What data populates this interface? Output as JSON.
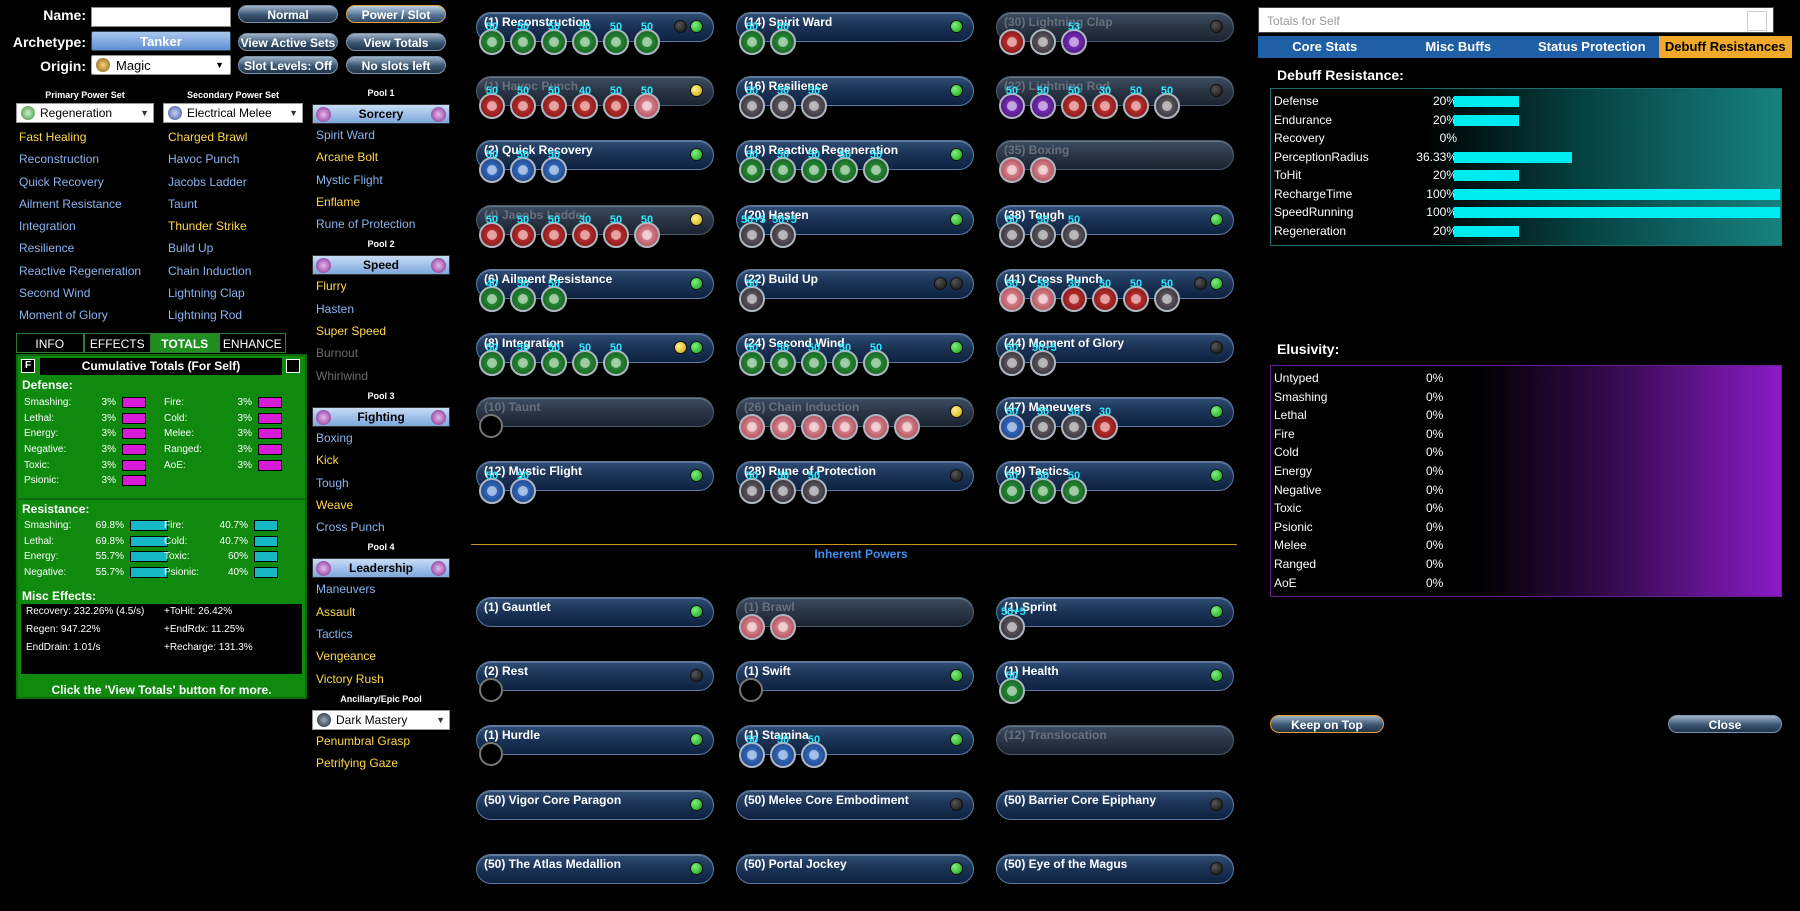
{
  "header": {
    "name_label": "Name:",
    "name_value": "",
    "archetype_label": "Archetype:",
    "archetype_value": "Tanker",
    "origin_label": "Origin:",
    "origin_value": "Magic",
    "btn_normal": "Normal",
    "btn_power_slot": "Power / Slot",
    "btn_view_active_sets": "View Active Sets",
    "btn_view_totals": "View Totals",
    "btn_slot_levels": "Slot Levels: Off",
    "btn_no_slots": "No slots left"
  },
  "primary": {
    "heading": "Primary Power Set",
    "selected": "Regeneration",
    "items": [
      {
        "label": "Fast Healing",
        "color": "yellow"
      },
      {
        "label": "Reconstruction",
        "color": "blue"
      },
      {
        "label": "Quick Recovery",
        "color": "blue"
      },
      {
        "label": "Ailment Resistance",
        "color": "blue"
      },
      {
        "label": "Integration",
        "color": "blue"
      },
      {
        "label": "Resilience",
        "color": "blue"
      },
      {
        "label": "Reactive Regeneration",
        "color": "blue"
      },
      {
        "label": "Second Wind",
        "color": "blue"
      },
      {
        "label": "Moment of Glory",
        "color": "blue"
      }
    ]
  },
  "secondary": {
    "heading": "Secondary Power Set",
    "selected": "Electrical Melee",
    "items": [
      {
        "label": "Charged Brawl",
        "color": "yellow"
      },
      {
        "label": "Havoc Punch",
        "color": "blue"
      },
      {
        "label": "Jacobs Ladder",
        "color": "blue"
      },
      {
        "label": "Taunt",
        "color": "blue"
      },
      {
        "label": "Thunder Strike",
        "color": "yellow"
      },
      {
        "label": "Build Up",
        "color": "blue"
      },
      {
        "label": "Chain Induction",
        "color": "blue"
      },
      {
        "label": "Lightning Clap",
        "color": "blue"
      },
      {
        "label": "Lightning Rod",
        "color": "blue"
      }
    ]
  },
  "pools": [
    {
      "heading": "Pool 1",
      "name": "Sorcery",
      "items": [
        {
          "label": "Spirit Ward",
          "color": "blue"
        },
        {
          "label": "Arcane Bolt",
          "color": "yellow"
        },
        {
          "label": "Mystic Flight",
          "color": "blue"
        },
        {
          "label": "Enflame",
          "color": "yellow"
        },
        {
          "label": "Rune of Protection",
          "color": "blue"
        }
      ]
    },
    {
      "heading": "Pool 2",
      "name": "Speed",
      "items": [
        {
          "label": "Flurry",
          "color": "yellow"
        },
        {
          "label": "Hasten",
          "color": "blue"
        },
        {
          "label": "Super Speed",
          "color": "yellow"
        },
        {
          "label": "Burnout",
          "color": "gray"
        },
        {
          "label": "Whirlwind",
          "color": "gray"
        }
      ]
    },
    {
      "heading": "Pool 3",
      "name": "Fighting",
      "items": [
        {
          "label": "Boxing",
          "color": "blue"
        },
        {
          "label": "Kick",
          "color": "yellow"
        },
        {
          "label": "Tough",
          "color": "blue"
        },
        {
          "label": "Weave",
          "color": "yellow"
        },
        {
          "label": "Cross Punch",
          "color": "blue"
        }
      ]
    },
    {
      "heading": "Pool 4",
      "name": "Leadership",
      "items": [
        {
          "label": "Maneuvers",
          "color": "blue"
        },
        {
          "label": "Assault",
          "color": "yellow"
        },
        {
          "label": "Tactics",
          "color": "blue"
        },
        {
          "label": "Vengeance",
          "color": "yellow"
        },
        {
          "label": "Victory Rush",
          "color": "yellow"
        }
      ]
    }
  ],
  "epic": {
    "heading": "Ancillary/Epic Pool",
    "selected": "Dark Mastery",
    "items": [
      {
        "label": "Penumbral Grasp",
        "color": "yellow"
      },
      {
        "label": "Petrifying Gaze",
        "color": "yellow"
      }
    ]
  },
  "totals_panel": {
    "tabs": [
      "INFO",
      "EFFECTS",
      "TOTALS",
      "ENHANCE"
    ],
    "active_tab": "TOTALS",
    "f_label": "F",
    "title": "Cumulative Totals (For Self)",
    "defense_title": "Defense:",
    "defense_left": [
      {
        "label": "Smashing:",
        "value": "3%"
      },
      {
        "label": "Lethal:",
        "value": "3%"
      },
      {
        "label": "Energy:",
        "value": "3%"
      },
      {
        "label": "Negative:",
        "value": "3%"
      },
      {
        "label": "Toxic:",
        "value": "3%"
      },
      {
        "label": "Psionic:",
        "value": "3%"
      }
    ],
    "defense_right": [
      {
        "label": "Fire:",
        "value": "3%"
      },
      {
        "label": "Cold:",
        "value": "3%"
      },
      {
        "label": "Melee:",
        "value": "3%"
      },
      {
        "label": "Ranged:",
        "value": "3%"
      },
      {
        "label": "AoE:",
        "value": "3%"
      }
    ],
    "resistance_title": "Resistance:",
    "resistance_left": [
      {
        "label": "Smashing:",
        "value": "69.8%"
      },
      {
        "label": "Lethal:",
        "value": "69.8%"
      },
      {
        "label": "Energy:",
        "value": "55.7%"
      },
      {
        "label": "Negative:",
        "value": "55.7%"
      }
    ],
    "resistance_right": [
      {
        "label": "Fire:",
        "value": "40.7%"
      },
      {
        "label": "Cold:",
        "value": "40.7%"
      },
      {
        "label": "Toxic:",
        "value": "60%"
      },
      {
        "label": "Psionic:",
        "value": "40%"
      }
    ],
    "misc_title": "Misc Effects:",
    "misc": [
      {
        "label": "Recovery:",
        "value": "232.26% (4.5/s)"
      },
      {
        "label": "+ToHit:",
        "value": "26.42%"
      },
      {
        "label": "Regen:",
        "value": "947.22%"
      },
      {
        "label": "+EndRdx:",
        "value": "11.25%"
      },
      {
        "label": "EndDrain:",
        "value": "1.01/s"
      },
      {
        "label": "+Recharge:",
        "value": "131.3%"
      }
    ],
    "footer": "Click the 'View Totals' button for more."
  },
  "inherent_title": "Inherent Powers",
  "slots": [
    {
      "name": "(1) Reconstruction",
      "dots": [
        "b",
        "g"
      ],
      "dim": false,
      "enh": [
        [
          "green",
          "50"
        ],
        [
          "green",
          "50"
        ],
        [
          "green",
          "50"
        ],
        [
          "green",
          "50"
        ],
        [
          "green",
          "50"
        ],
        [
          "green",
          "50"
        ]
      ]
    },
    {
      "name": "(1) Havoc Punch",
      "dots": [
        "y"
      ],
      "dim": true,
      "enh": [
        [
          "red",
          "50"
        ],
        [
          "red",
          "50"
        ],
        [
          "red",
          "50"
        ],
        [
          "red",
          "40"
        ],
        [
          "red",
          "50"
        ],
        [
          "pink",
          "50"
        ]
      ]
    },
    {
      "name": "(2) Quick Recovery",
      "dots": [
        "g"
      ],
      "dim": false,
      "enh": [
        [
          "blue",
          "50"
        ],
        [
          "blue",
          "50"
        ],
        [
          "blue",
          "50"
        ]
      ]
    },
    {
      "name": "(4) Jacobs Ladder",
      "dots": [
        "y"
      ],
      "dim": true,
      "enh": [
        [
          "red",
          "50"
        ],
        [
          "red",
          "50"
        ],
        [
          "red",
          "50"
        ],
        [
          "red",
          "30"
        ],
        [
          "red",
          "50"
        ],
        [
          "pink",
          "50"
        ]
      ]
    },
    {
      "name": "(6) Ailment Resistance",
      "dots": [
        "g"
      ],
      "dim": false,
      "enh": [
        [
          "green",
          "40"
        ],
        [
          "green",
          "50"
        ],
        [
          "green",
          "50"
        ]
      ]
    },
    {
      "name": "(8) Integration",
      "dots": [
        "y",
        "g"
      ],
      "dim": false,
      "enh": [
        [
          "green",
          "50"
        ],
        [
          "green",
          "50"
        ],
        [
          "green",
          "50"
        ],
        [
          "green",
          "50"
        ],
        [
          "green",
          "50"
        ]
      ]
    },
    {
      "name": "(10) Taunt",
      "dots": [],
      "dim": true,
      "enh": [
        [
          "empty",
          ""
        ]
      ]
    },
    {
      "name": "(12) Mystic Flight",
      "dots": [
        "g"
      ],
      "dim": false,
      "enh": [
        [
          "blue",
          "50"
        ],
        [
          "blue",
          "50"
        ]
      ]
    },
    {
      "name": "(14) Spirit Ward",
      "dots": [
        "g"
      ],
      "dim": false,
      "enh": [
        [
          "green",
          "50"
        ],
        [
          "green",
          "50"
        ]
      ]
    },
    {
      "name": "(16) Resilience",
      "dots": [
        "g"
      ],
      "dim": false,
      "enh": [
        [
          "gray",
          "50"
        ],
        [
          "gray",
          "50"
        ],
        [
          "gray",
          "50"
        ]
      ]
    },
    {
      "name": "(18) Reactive Regeneration",
      "dots": [
        "g"
      ],
      "dim": false,
      "enh": [
        [
          "green",
          "50"
        ],
        [
          "green",
          "50"
        ],
        [
          "green",
          "50"
        ],
        [
          "green",
          "50"
        ],
        [
          "green",
          "50"
        ]
      ]
    },
    {
      "name": "(20) Hasten",
      "dots": [
        "g"
      ],
      "dim": false,
      "enh": [
        [
          "gray",
          "50+5"
        ],
        [
          "gray",
          "50+5"
        ]
      ]
    },
    {
      "name": "(22) Build Up",
      "dots": [
        "b",
        "b"
      ],
      "dim": false,
      "enh": [
        [
          "gray",
          "50"
        ]
      ]
    },
    {
      "name": "(24) Second Wind",
      "dots": [
        "g"
      ],
      "dim": false,
      "enh": [
        [
          "green",
          "50"
        ],
        [
          "green",
          "50"
        ],
        [
          "green",
          "50"
        ],
        [
          "green",
          "50"
        ],
        [
          "green",
          "50"
        ]
      ]
    },
    {
      "name": "(26) Chain Induction",
      "dots": [
        "y"
      ],
      "dim": true,
      "enh": [
        [
          "pink",
          ""
        ],
        [
          "pink",
          ""
        ],
        [
          "pink",
          ""
        ],
        [
          "pink",
          ""
        ],
        [
          "pink",
          ""
        ],
        [
          "pink",
          ""
        ]
      ]
    },
    {
      "name": "(28) Rune of Protection",
      "dots": [
        "b"
      ],
      "dim": false,
      "enh": [
        [
          "gray",
          "50"
        ],
        [
          "gray",
          "50"
        ],
        [
          "gray",
          "50"
        ]
      ]
    },
    {
      "name": "(30) Lightning Clap",
      "dots": [
        "b"
      ],
      "dim": true,
      "enh": [
        [
          "red",
          ""
        ],
        [
          "gray",
          ""
        ],
        [
          "purple",
          "53"
        ]
      ]
    },
    {
      "name": "(32) Lightning Rod",
      "dots": [
        "b"
      ],
      "dim": true,
      "enh": [
        [
          "purple",
          "50"
        ],
        [
          "purple",
          "50"
        ],
        [
          "red",
          "50"
        ],
        [
          "red",
          "30"
        ],
        [
          "red",
          "50"
        ],
        [
          "gray",
          "50"
        ]
      ]
    },
    {
      "name": "(35) Boxing",
      "dots": [],
      "dim": true,
      "enh": [
        [
          "pink",
          ""
        ],
        [
          "pink",
          ""
        ]
      ]
    },
    {
      "name": "(38) Tough",
      "dots": [
        "g"
      ],
      "dim": false,
      "enh": [
        [
          "gray",
          "50"
        ],
        [
          "gray",
          "50"
        ],
        [
          "gray",
          "50"
        ]
      ]
    },
    {
      "name": "(41) Cross Punch",
      "dots": [
        "b",
        "g"
      ],
      "dim": false,
      "enh": [
        [
          "pink",
          "50"
        ],
        [
          "pink",
          "50"
        ],
        [
          "red",
          "30"
        ],
        [
          "red",
          "50"
        ],
        [
          "red",
          "50"
        ],
        [
          "gray",
          "50"
        ]
      ]
    },
    {
      "name": "(44) Moment of Glory",
      "dots": [
        "b"
      ],
      "dim": false,
      "enh": [
        [
          "gray",
          "50"
        ],
        [
          "gray",
          "50+5"
        ]
      ]
    },
    {
      "name": "(47) Maneuvers",
      "dots": [
        "g"
      ],
      "dim": false,
      "enh": [
        [
          "blue",
          "50"
        ],
        [
          "gray",
          "50"
        ],
        [
          "gray",
          "30"
        ],
        [
          "red",
          "30"
        ]
      ]
    },
    {
      "name": "(49) Tactics",
      "dots": [
        "g"
      ],
      "dim": false,
      "enh": [
        [
          "green",
          "50"
        ],
        [
          "green",
          "50"
        ],
        [
          "green",
          "50"
        ]
      ]
    }
  ],
  "inherent_slots": [
    {
      "name": "(1) Gauntlet",
      "dots": [
        "g"
      ],
      "dim": false,
      "enh": []
    },
    {
      "name": "(1) Brawl",
      "dots": [],
      "dim": true,
      "enh": [
        [
          "pink",
          ""
        ],
        [
          "pink",
          ""
        ]
      ]
    },
    {
      "name": "(1) Sprint",
      "dots": [
        "g"
      ],
      "dim": false,
      "enh": [
        [
          "gray",
          "50+5"
        ]
      ]
    },
    {
      "name": "(2) Rest",
      "dots": [
        "b"
      ],
      "dim": false,
      "enh": [
        [
          "empty",
          ""
        ]
      ]
    },
    {
      "name": "(1) Swift",
      "dots": [
        "g"
      ],
      "dim": false,
      "enh": [
        [
          "empty",
          ""
        ]
      ]
    },
    {
      "name": "(1) Health",
      "dots": [
        "g"
      ],
      "dim": false,
      "enh": [
        [
          "green",
          "50"
        ]
      ]
    },
    {
      "name": "(1) Hurdle",
      "dots": [
        "g"
      ],
      "dim": false,
      "enh": [
        [
          "empty",
          ""
        ]
      ]
    },
    {
      "name": "(1) Stamina",
      "dots": [
        "g"
      ],
      "dim": false,
      "enh": [
        [
          "blue",
          "50"
        ],
        [
          "blue",
          "50"
        ],
        [
          "blue",
          "50"
        ]
      ]
    },
    {
      "name": "(12) Translocation",
      "dots": [],
      "dim": true,
      "enh": []
    },
    {
      "name": "(50) Vigor Core Paragon",
      "dots": [
        "g"
      ],
      "dim": false,
      "enh": []
    },
    {
      "name": "(50) Melee Core Embodiment",
      "dots": [
        "b"
      ],
      "dim": false,
      "enh": []
    },
    {
      "name": "(50) Barrier Core Epiphany",
      "dots": [
        "b"
      ],
      "dim": false,
      "enh": []
    },
    {
      "name": "(50) The Atlas Medallion",
      "dots": [
        "g"
      ],
      "dim": false,
      "enh": []
    },
    {
      "name": "(50) Portal Jockey",
      "dots": [
        "g"
      ],
      "dim": false,
      "enh": []
    },
    {
      "name": "(50) Eye of the Magus",
      "dots": [
        "b"
      ],
      "dim": false,
      "enh": []
    }
  ],
  "totals_window": {
    "title": "Totals for Self",
    "tabs": [
      "Core Stats",
      "Misc Buffs",
      "Status Protection",
      "Debuff Resistances"
    ],
    "active_tab": "Debuff Resistances",
    "debuff_title": "Debuff Resistance:",
    "debuff_rows": [
      {
        "label": "Defense",
        "value": "20%",
        "pct": 0.2
      },
      {
        "label": "Endurance",
        "value": "20%",
        "pct": 0.2
      },
      {
        "label": "Recovery",
        "value": "0%",
        "pct": 0
      },
      {
        "label": "PerceptionRadius",
        "value": "36.33%",
        "pct": 0.3633
      },
      {
        "label": "ToHit",
        "value": "20%",
        "pct": 0.2
      },
      {
        "label": "RechargeTime",
        "value": "100%",
        "pct": 1.0
      },
      {
        "label": "SpeedRunning",
        "value": "100%",
        "pct": 1.0
      },
      {
        "label": "Regeneration",
        "value": "20%",
        "pct": 0.2
      }
    ],
    "elusivity_title": "Elusivity:",
    "elusivity_rows": [
      {
        "label": "Untyped",
        "value": "0%"
      },
      {
        "label": "Smashing",
        "value": "0%"
      },
      {
        "label": "Lethal",
        "value": "0%"
      },
      {
        "label": "Fire",
        "value": "0%"
      },
      {
        "label": "Cold",
        "value": "0%"
      },
      {
        "label": "Energy",
        "value": "0%"
      },
      {
        "label": "Negative",
        "value": "0%"
      },
      {
        "label": "Toxic",
        "value": "0%"
      },
      {
        "label": "Psionic",
        "value": "0%"
      },
      {
        "label": "Melee",
        "value": "0%"
      },
      {
        "label": "Ranged",
        "value": "0%"
      },
      {
        "label": "AoE",
        "value": "0%"
      }
    ],
    "keep_on_top": "Keep on Top",
    "close": "Close"
  }
}
